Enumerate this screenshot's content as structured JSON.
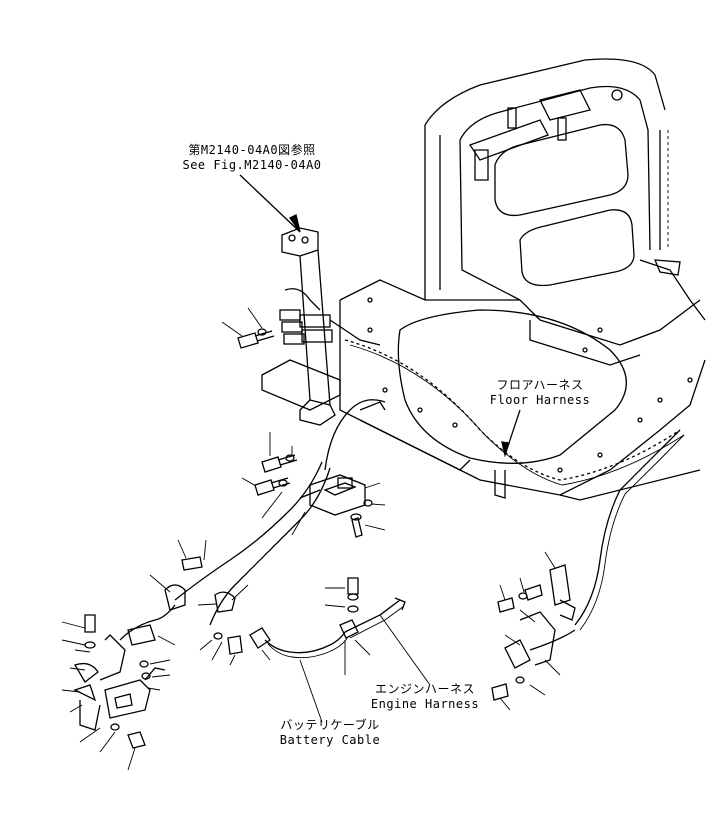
{
  "labels": {
    "see_fig_jp": "第M2140-04A0図参照",
    "see_fig_en": "See Fig.M2140-04A0",
    "floor_harness_jp": "フロアハーネス",
    "floor_harness_en": "Floor Harness",
    "engine_harness_jp": "エンジンハーネス",
    "engine_harness_en": "Engine Harness",
    "battery_cable_jp": "バッテリケーブル",
    "battery_cable_en": "Battery Cable"
  }
}
